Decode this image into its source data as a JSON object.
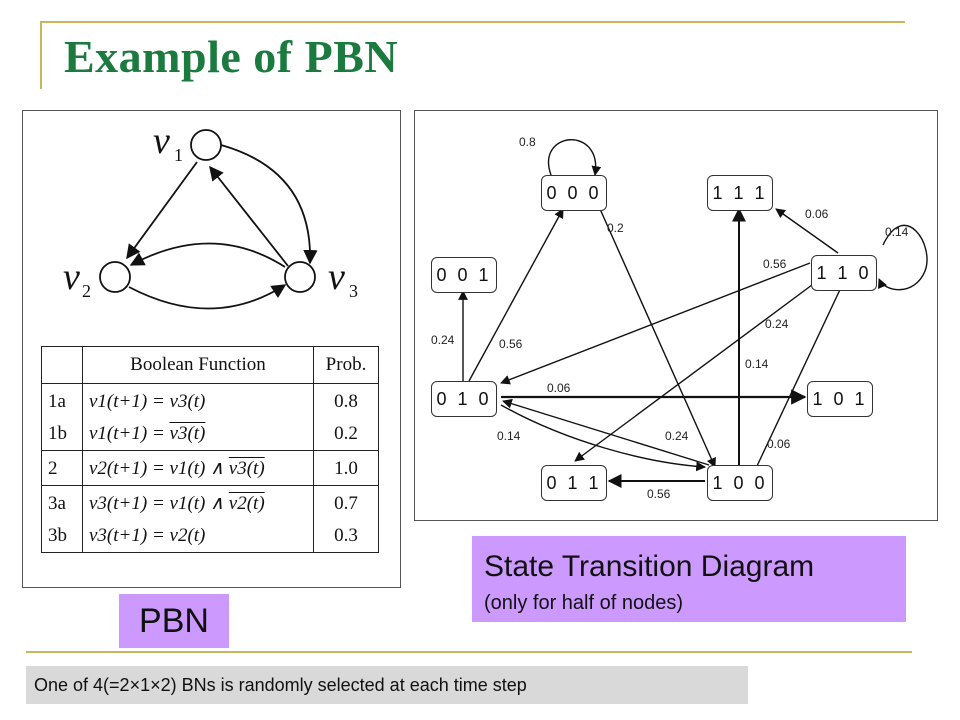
{
  "title": "Example of PBN",
  "colors": {
    "title": "#1b7a3e",
    "label_bg": "#cc99ff",
    "footer_bg": "#d9d9d9",
    "decoration": "#c8b560"
  },
  "network": {
    "v1": "v",
    "v1_sub": "1",
    "v2": "v",
    "v2_sub": "2",
    "v3": "v",
    "v3_sub": "3"
  },
  "table": {
    "headers": [
      "",
      "Boolean Function",
      "Prob."
    ],
    "groups": [
      {
        "ids": [
          "1a",
          "1b"
        ],
        "functions": [
          "v1(t+1) = v3(t)",
          "v1(t+1) = v3(t)"
        ],
        "negated_terms": [
          "",
          "v3(t)"
        ],
        "probs": [
          "0.8",
          "0.2"
        ]
      },
      {
        "ids": [
          "2"
        ],
        "functions": [
          "v2(t+1) = v1(t) ∧ v3(t)"
        ],
        "negated_terms": [
          "v3(t)"
        ],
        "probs": [
          "1.0"
        ]
      },
      {
        "ids": [
          "3a",
          "3b"
        ],
        "functions": [
          "v3(t+1) = v1(t) ∧ v2(t)",
          "v3(t+1) = v2(t)"
        ],
        "negated_terms": [
          "v2(t)",
          ""
        ],
        "probs": [
          "0.7",
          "0.3"
        ]
      }
    ]
  },
  "states": [
    "0 0 0",
    "1 1 1",
    "0 0 1",
    "1 1 0",
    "0 1 0",
    "1 0 1",
    "0 1 1",
    "1 0 0"
  ],
  "edge_labels": [
    "0.8",
    "0.2",
    "0.06",
    "0.14",
    "0.56",
    "0.24",
    "0.56",
    "0.24",
    "0.14",
    "0.06",
    "0.14",
    "0.24",
    "0.06",
    "0.56"
  ],
  "transitions": [
    {
      "from": "0 0 0",
      "to": "0 0 0",
      "p": "0.8"
    },
    {
      "from": "0 0 0",
      "to": "1 0 0",
      "p": "0.2"
    },
    {
      "from": "1 1 0",
      "to": "1 1 1",
      "p": "0.06"
    },
    {
      "from": "1 1 0",
      "to": "1 1 0",
      "p": "0.14"
    },
    {
      "from": "1 1 0",
      "to": "0 1 0",
      "p": "0.56"
    },
    {
      "from": "1 1 0",
      "to": "0 1 1",
      "p": "0.24"
    },
    {
      "from": "0 1 0",
      "to": "0 0 0",
      "p": "0.56"
    },
    {
      "from": "0 1 0",
      "to": "0 0 1",
      "p": "0.24"
    },
    {
      "from": "1 0 0",
      "to": "1 1 1",
      "p": "0.14"
    },
    {
      "from": "0 1 0",
      "to": "1 0 1",
      "p": "0.06"
    },
    {
      "from": "0 1 0",
      "to": "1 0 0",
      "p": "0.14"
    },
    {
      "from": "1 0 0",
      "to": "0 1 0",
      "p": "0.24"
    },
    {
      "from": "1 0 0",
      "to": "1 1 0",
      "p": "0.06"
    },
    {
      "from": "1 0 0",
      "to": "0 1 1",
      "p": "0.56"
    }
  ],
  "std_caption": {
    "title": "State Transition Diagram",
    "subtitle": "(only for half of nodes)"
  },
  "pbn_label": "PBN",
  "footer": "One of  4(=2×1×2) BNs is randomly selected at each time step"
}
